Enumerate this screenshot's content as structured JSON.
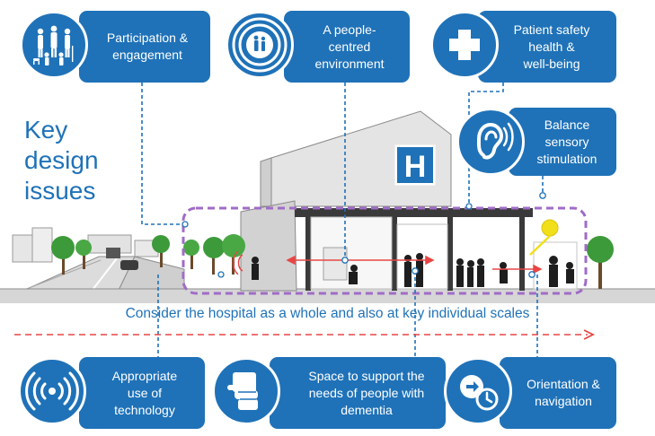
{
  "title": "Key\ndesign\nissues",
  "caption": "Consider the hospital as a whole and also at key individual scales",
  "hospital_sign": "H",
  "colors": {
    "primary": "#1f72b8",
    "highlight_outline": "#a06cc7",
    "scale_arrow": "#e84545",
    "route_arrow": "#e84545",
    "marker": "#f1df1a"
  },
  "issues": [
    {
      "id": "participation",
      "label": "Participation &\nengagement",
      "icon": "people-group-icon"
    },
    {
      "id": "people-centred",
      "label": "A people-\ncentred\nenvironment",
      "icon": "concentric-circles-people-icon"
    },
    {
      "id": "patient-safety",
      "label": "Patient safety\nhealth &\nwell-being",
      "icon": "medical-cross-icon"
    },
    {
      "id": "sensory",
      "label": "Balance\nsensory\nstimulation",
      "icon": "ear-icon"
    },
    {
      "id": "technology",
      "label": "Appropriate\nuse of\ntechnology",
      "icon": "signal-waves-icon"
    },
    {
      "id": "dementia",
      "label": "Space to support the\nneeds of people with\ndementia",
      "icon": "helping-hand-icon"
    },
    {
      "id": "orientation",
      "label": "Orientation &\nnavigation",
      "icon": "clock-arrow-icon"
    }
  ]
}
